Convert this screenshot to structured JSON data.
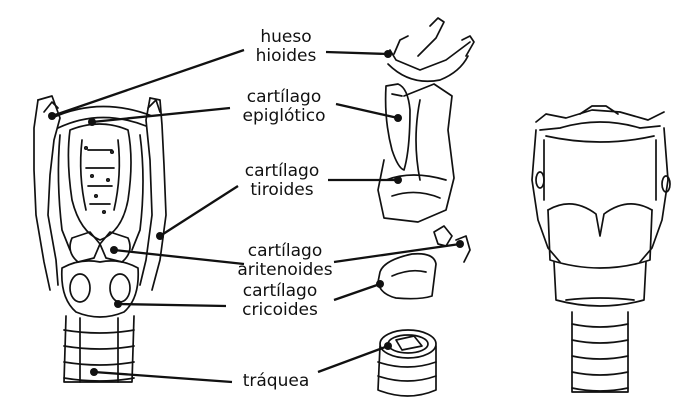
{
  "labels": {
    "hyoid": [
      "hueso",
      "hioides"
    ],
    "epiglottic": [
      "cartílago",
      "epiglótico"
    ],
    "thyroid": [
      "cartílago",
      "tiroides"
    ],
    "arytenoid": [
      "cartílago",
      "aritenoides"
    ],
    "cricoid": [
      "cartílago",
      "cricoides"
    ],
    "trachea": [
      "tráquea"
    ]
  }
}
